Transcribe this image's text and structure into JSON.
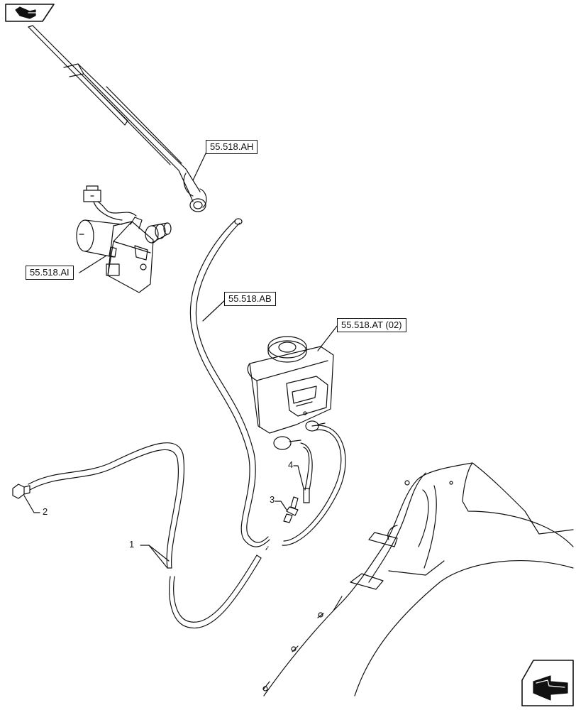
{
  "refs": {
    "wiper_arm": "55.518.AH",
    "wiper_motor": "55.518.AI",
    "washer_hose": "55.518.AB",
    "washer_tank": "55.518.AT (02)"
  },
  "callouts": {
    "hose": "1",
    "fitting": "2",
    "connector": "3",
    "tube": "4"
  },
  "icons": {
    "top_left": "book-arrow-icon",
    "bottom_right": "next-page-arrow-icon"
  }
}
